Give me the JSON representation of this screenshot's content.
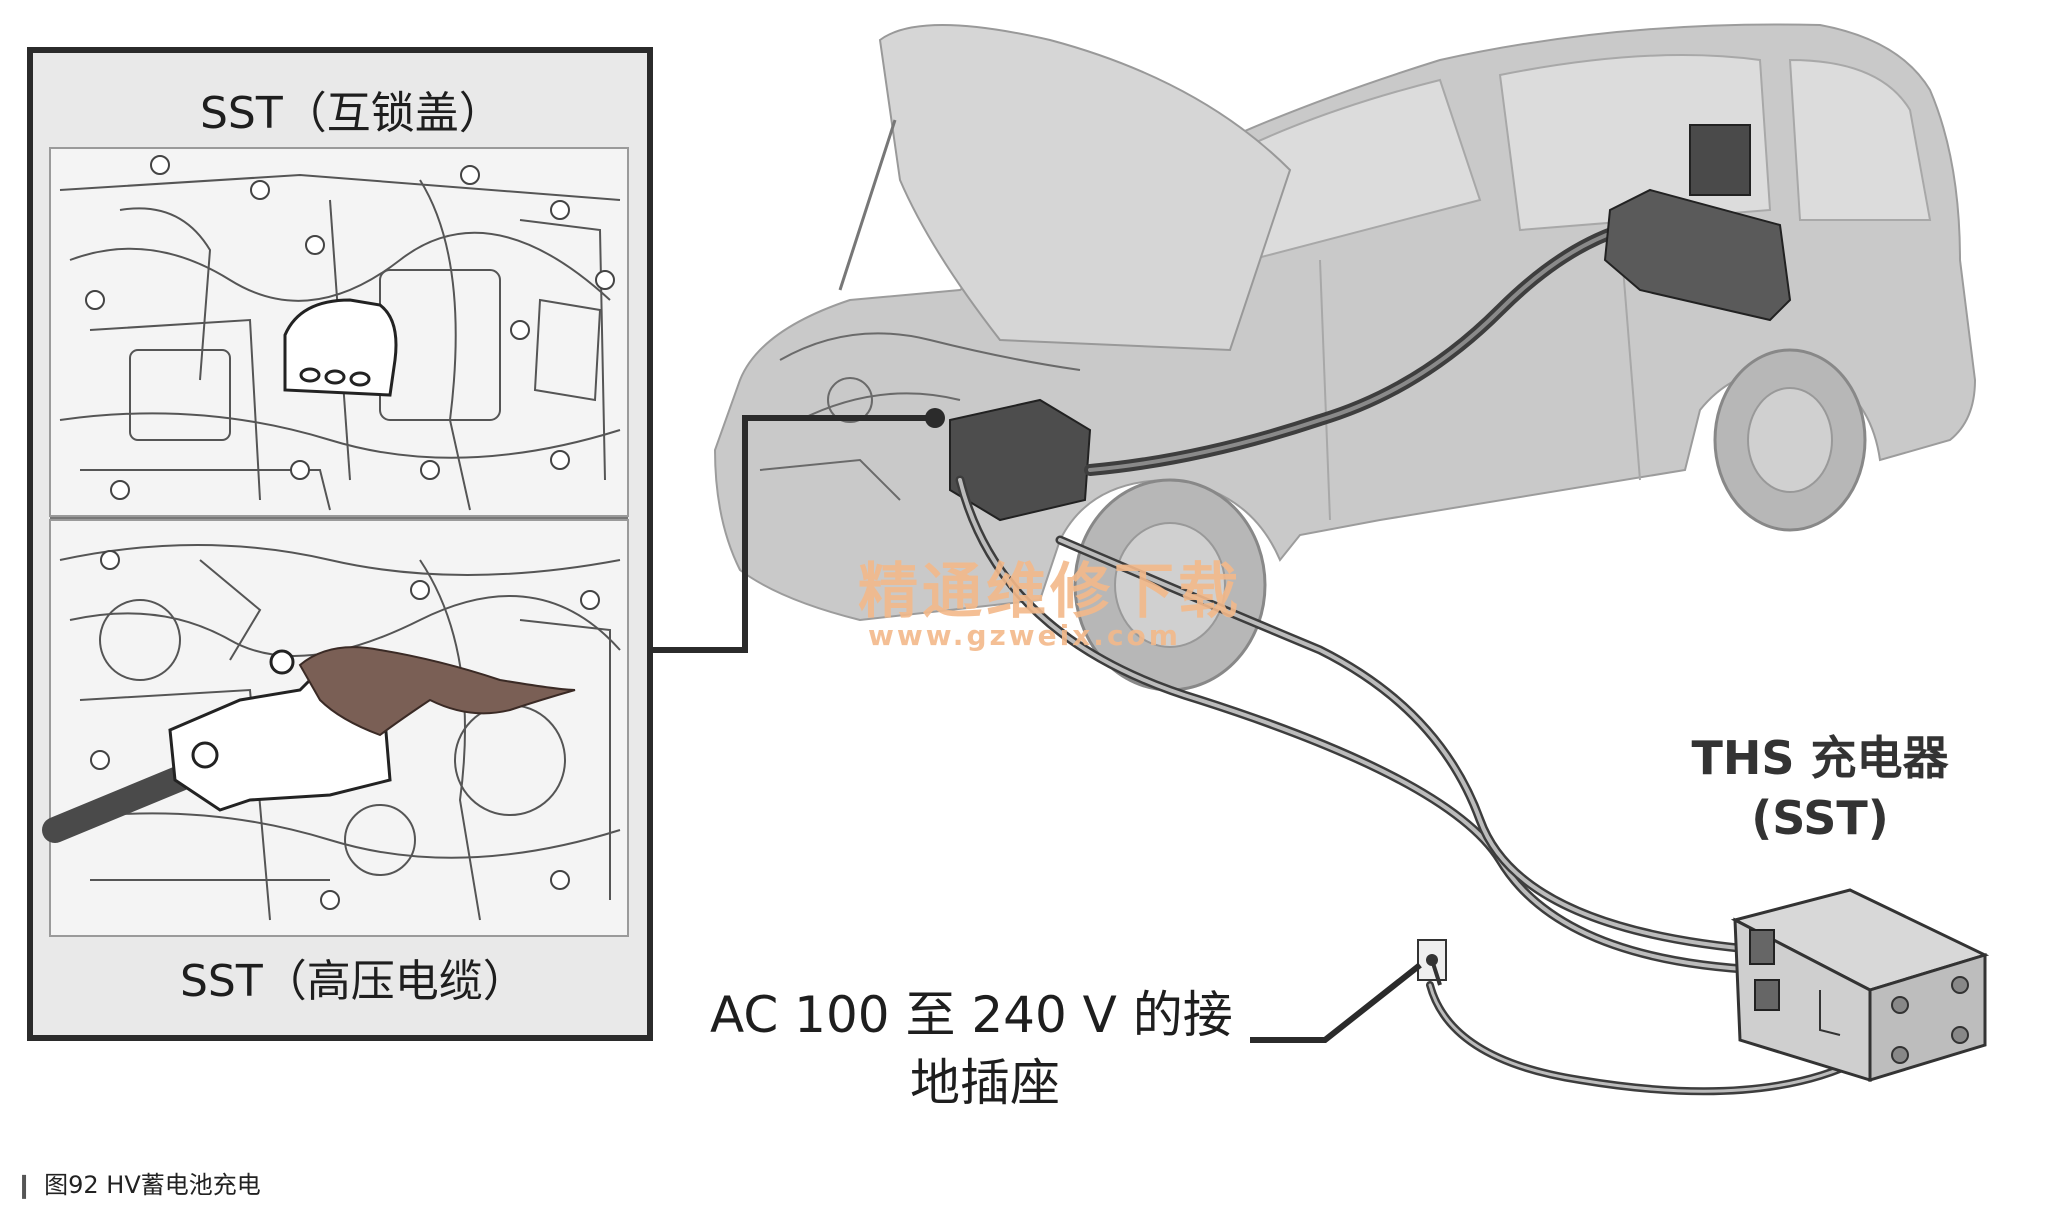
{
  "inset": {
    "top_title": "SST（互锁盖）",
    "bottom_title": "SST（高压电缆）"
  },
  "charger": {
    "line1": "THS 充电器",
    "line2": "(SST)"
  },
  "outlet": {
    "line1": "AC 100 至 240 V 的接",
    "line2": "地插座"
  },
  "watermark": {
    "cn": "精通维修下载",
    "url": "www.gzweix.com"
  },
  "caption": {
    "mark": "❙",
    "text": "图92  HV蓄电池充电"
  },
  "colors": {
    "line_art": "#3a3a3a",
    "car_fill": "#c8c8c8",
    "inset_bg": "#e9e9e9",
    "watermark": "#f3b98a"
  }
}
